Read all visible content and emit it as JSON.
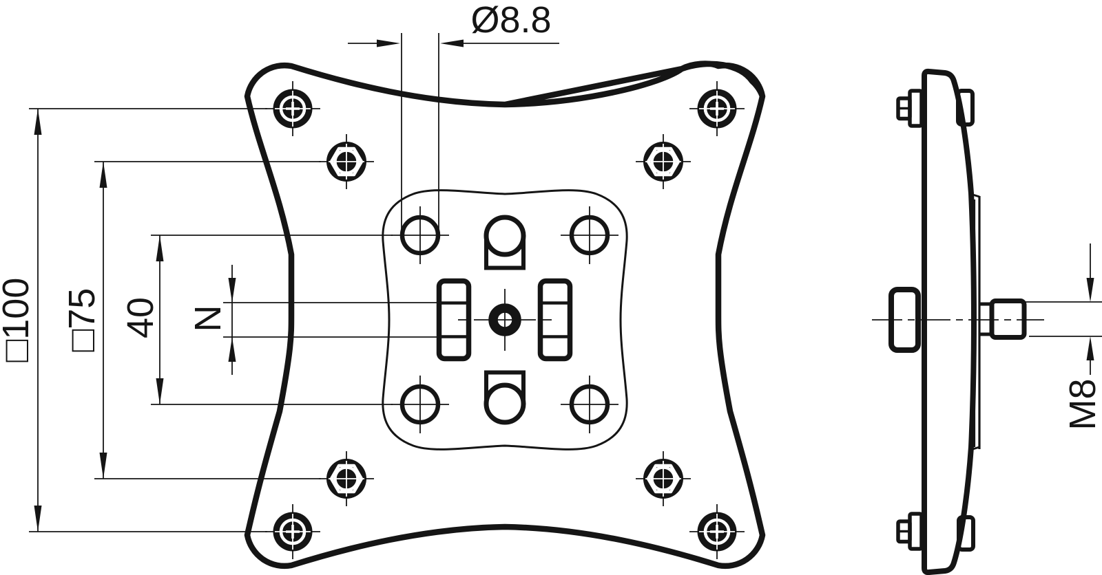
{
  "page": {
    "background": "#ffffff",
    "ink": "#151515"
  },
  "drawing": {
    "dimensions": {
      "hole_diameter": "Ø8.8",
      "outer_square": "□100",
      "middle_square": "□75",
      "inner_spacing": "40",
      "slot_width": "N",
      "thread": "M8"
    }
  }
}
